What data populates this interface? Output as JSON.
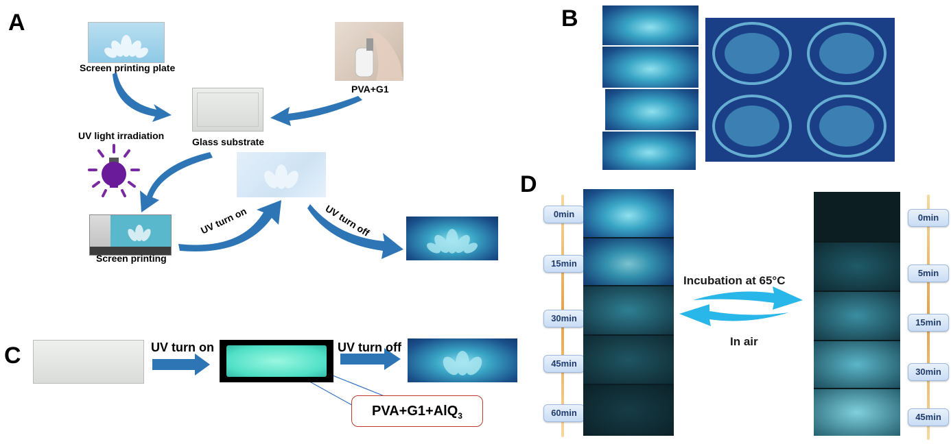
{
  "panels": {
    "a": "A",
    "b": "B",
    "c": "C",
    "d": "D"
  },
  "panel_a": {
    "screen_plate_label": "Screen printing plate",
    "pva_label": "PVA+G1",
    "glass_label": "Glass substrate",
    "uv_light_label": "UV light irradiation",
    "screen_printing_label": "Screen printing",
    "uv_on_label": "UV turn on",
    "uv_off_label": "UV turn off"
  },
  "panel_c": {
    "uv_on_label": "UV turn on",
    "uv_off_label": "UV turn off",
    "callout_main": "PVA+G1+AlQ",
    "callout_sub": "3"
  },
  "panel_d": {
    "left_times": [
      "0min",
      "15min",
      "30min",
      "45min",
      "60min"
    ],
    "right_times": [
      "0min",
      "5min",
      "15min",
      "30min",
      "45min"
    ],
    "incubation_label": "Incubation at 65°C",
    "air_label": "In air"
  },
  "colors": {
    "arrow_blue": "#2e75b6",
    "cyan_arrow": "#29b6e8",
    "callout_border": "#c0392b"
  }
}
